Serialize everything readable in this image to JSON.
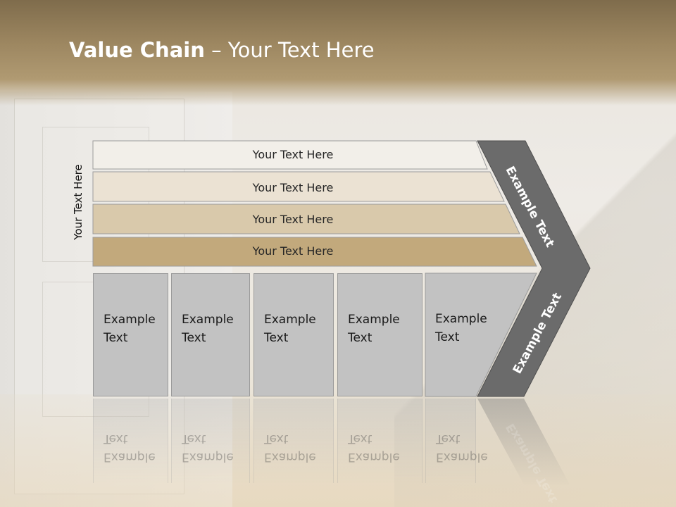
{
  "slide": {
    "title_bold": "Value Chain",
    "title_rest": " – Your Text Here",
    "side_label": "Your Text Here"
  },
  "rows": [
    {
      "label": "Your Text Here",
      "color": "#f2efe9"
    },
    {
      "label": "Your Text Here",
      "color": "#ebe2d3"
    },
    {
      "label": "Your Text Here",
      "color": "#d9c9ab"
    },
    {
      "label": "Your Text Here",
      "color": "#c2a97c"
    }
  ],
  "boxes": [
    {
      "line1": "Example",
      "line2": "Text"
    },
    {
      "line1": "Example",
      "line2": "Text"
    },
    {
      "line1": "Example",
      "line2": "Text"
    },
    {
      "line1": "Example",
      "line2": "Text"
    },
    {
      "line1": "Example",
      "line2": "Text"
    }
  ],
  "arrow": {
    "upper_label": "Example Text",
    "lower_label": "Example Text",
    "color": "#6b6b6b"
  },
  "reflection": {
    "arrow_label": "Example Text"
  }
}
